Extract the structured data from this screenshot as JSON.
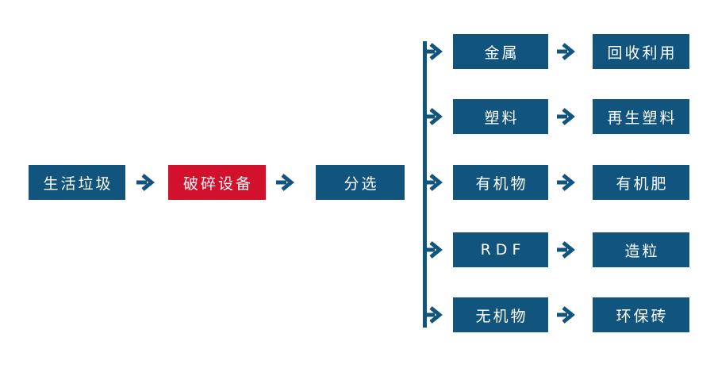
{
  "diagram": {
    "background": "#ffffff",
    "colors": {
      "node_blue": "#11547d",
      "node_red": "#d2122d",
      "connector": "#11547d",
      "text": "#ffffff"
    },
    "main_flow": {
      "input": "生活垃圾",
      "process": "破碎设备",
      "sorting": "分选"
    },
    "branches": [
      {
        "category": "金属",
        "output": "回收利用"
      },
      {
        "category": "塑料",
        "output": "再生塑料"
      },
      {
        "category": "有机物",
        "output": "有机肥"
      },
      {
        "category": "RDF",
        "output": "造粒"
      },
      {
        "category": "无机物",
        "output": "环保砖"
      }
    ]
  }
}
